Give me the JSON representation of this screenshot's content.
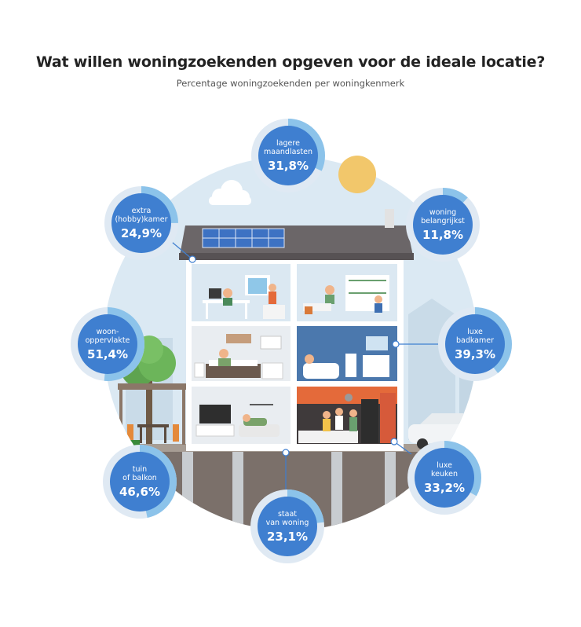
{
  "header": {
    "title": "Wat willen woningzoekenden opgeven voor de ideale locatie?",
    "subtitle": "Percentage woningzoekenden per woningkenmerk"
  },
  "colors": {
    "circle_fill": "#3f7fd0",
    "ring_track": "#dfe9f3",
    "ring_fill": "#8cc3ea",
    "background_circle": "#dbe9f3"
  },
  "chart_data": {
    "type": "other",
    "categories": [
      "lagere maandlasten",
      "woning belangrijkst",
      "luxe badkamer",
      "luxe keuken",
      "staat van woning",
      "tuin of balkon",
      "woon-oppervlakte",
      "extra (hobby)kamer"
    ],
    "values": [
      31.8,
      11.8,
      39.3,
      33.2,
      23.1,
      46.6,
      51.4,
      24.9
    ],
    "unit": "%"
  },
  "badges": [
    {
      "id": "lagere-maandlasten",
      "label": "lagere\nmaandlasten",
      "value": "31,8%",
      "pct": 31.8
    },
    {
      "id": "woning-belangrijkst",
      "label": "woning\nbelangrijkst",
      "value": "11,8%",
      "pct": 11.8
    },
    {
      "id": "luxe-badkamer",
      "label": "luxe\nbadkamer",
      "value": "39,3%",
      "pct": 39.3
    },
    {
      "id": "luxe-keuken",
      "label": "luxe\nkeuken",
      "value": "33,2%",
      "pct": 33.2
    },
    {
      "id": "staat-van-woning",
      "label": "staat\nvan woning",
      "value": "23,1%",
      "pct": 23.1
    },
    {
      "id": "tuin-of-balkon",
      "label": "tuin\nof balkon",
      "value": "46,6%",
      "pct": 46.6
    },
    {
      "id": "woonoppervlakte",
      "label": "woon-\noppervlakte",
      "value": "51,4%",
      "pct": 51.4
    },
    {
      "id": "extra-hobbykamer",
      "label": "extra\n(hobby)kamer",
      "value": "24,9%",
      "pct": 24.9
    }
  ]
}
